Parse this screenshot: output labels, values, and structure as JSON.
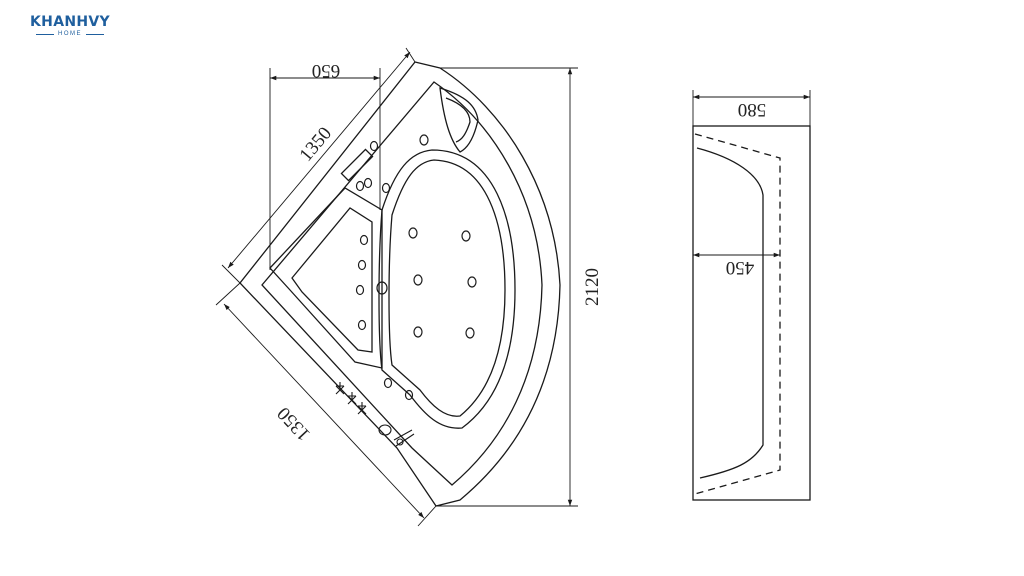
{
  "brand": {
    "name": "KHANHVY",
    "tagline": "HOME",
    "color": "#1f5f9e"
  },
  "drawing": {
    "top_view": {
      "dim_top_width": "650",
      "dim_side_top": "1350",
      "dim_side_bottom": "1350",
      "dim_height": "2120"
    },
    "side_view": {
      "dim_width": "580",
      "dim_depth": "450"
    },
    "line_color": "#1a1a1a"
  }
}
